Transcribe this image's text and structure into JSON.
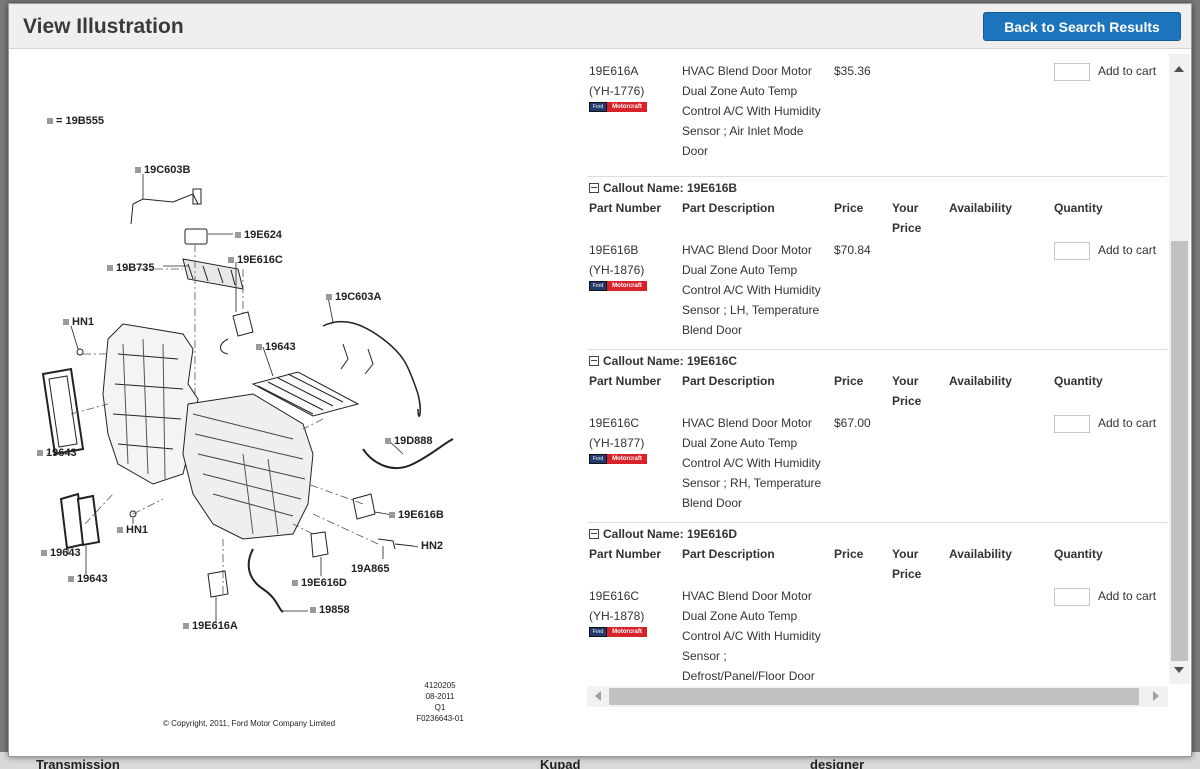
{
  "modal": {
    "title": "View Illustration",
    "back_button": "Back to Search Results"
  },
  "illustration": {
    "legend": "= 19B555",
    "labels": [
      "19C603B",
      "19E624",
      "19E616C",
      "19B735",
      "19C603A",
      "HN1",
      "19643",
      "19643",
      "19D888",
      "19E616B",
      "HN1",
      "HN2",
      "19643",
      "19A865",
      "19643",
      "19E616D",
      "19858",
      "19E616A"
    ],
    "ref_lines": [
      "4120205",
      "08-2011",
      "Q1",
      "F0236643-01"
    ],
    "copyright": "© Copyright, 2011, Ford Motor Company Limited"
  },
  "columns": {
    "part_number": "Part Number",
    "part_description": "Part Description",
    "price": "Price",
    "your_price_1": "Your",
    "your_price_2": "Price",
    "availability": "Availability",
    "quantity": "Quantity"
  },
  "brand": {
    "ford": "Ford",
    "motorcraft": "Motorcraft"
  },
  "add_to_cart": "Add to cart",
  "first_part": {
    "part_number": "19E616A",
    "alt_number": "(YH-1776)",
    "description": [
      "HVAC Blend Door Motor",
      "Dual Zone Auto Temp",
      "Control A/C With Humidity",
      "Sensor ; Air Inlet Mode",
      "Door"
    ],
    "price": "$35.36"
  },
  "callouts": [
    {
      "name_label": "Callout Name: 19E616B",
      "part_number": "19E616B",
      "alt_number": "(YH-1876)",
      "description": [
        "HVAC Blend Door Motor",
        "Dual Zone Auto Temp",
        "Control A/C With Humidity",
        "Sensor ; LH, Temperature",
        "Blend Door"
      ],
      "price": "$70.84"
    },
    {
      "name_label": "Callout Name: 19E616C",
      "part_number": "19E616C",
      "alt_number": "(YH-1877)",
      "description": [
        "HVAC Blend Door Motor",
        "Dual Zone Auto Temp",
        "Control A/C With Humidity",
        "Sensor ; RH, Temperature",
        "Blend Door"
      ],
      "price": "$67.00"
    },
    {
      "name_label": "Callout Name: 19E616D",
      "part_number": "19E616C",
      "alt_number": "(YH-1878)",
      "description": [
        "HVAC Blend Door Motor",
        "Dual Zone Auto Temp",
        "Control A/C With Humidity",
        "Sensor ;",
        "Defrost/Panel/Floor Door"
      ],
      "price": ""
    }
  ],
  "behind_page": {
    "texts": [
      "Transmission",
      "Kupad",
      "designer"
    ]
  }
}
